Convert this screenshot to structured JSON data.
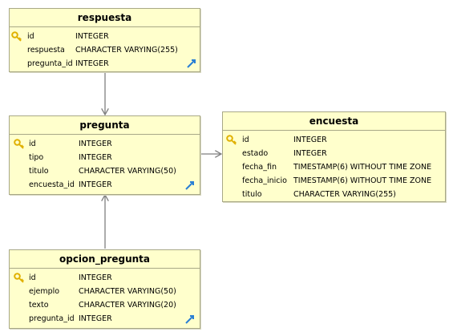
{
  "colors": {
    "table_fill": "#ffffcc",
    "table_border": "#a8a887",
    "connector": "#7f7f7f",
    "key_icon": "#e0b000",
    "relation_icon": "#2a7fd4"
  },
  "tables": {
    "respuesta": {
      "name": "respuesta",
      "columns": [
        {
          "name": "id",
          "type": "INTEGER",
          "key": "key-icon"
        },
        {
          "name": "respuesta",
          "type": "CHARACTER VARYING(255)"
        },
        {
          "name": "pregunta_id",
          "type": "INTEGER"
        }
      ]
    },
    "pregunta": {
      "name": "pregunta",
      "columns": [
        {
          "name": "id",
          "type": "INTEGER",
          "key": "key-icon"
        },
        {
          "name": "tipo",
          "type": "INTEGER"
        },
        {
          "name": "titulo",
          "type": "CHARACTER VARYING(50)"
        },
        {
          "name": "encuesta_id",
          "type": "INTEGER"
        }
      ]
    },
    "encuesta": {
      "name": "encuesta",
      "columns": [
        {
          "name": "id",
          "type": "INTEGER",
          "key": "key-icon"
        },
        {
          "name": "estado",
          "type": "INTEGER"
        },
        {
          "name": "fecha_fin",
          "type": "TIMESTAMP(6) WITHOUT TIME ZONE"
        },
        {
          "name": "fecha_inicio",
          "type": "TIMESTAMP(6) WITHOUT TIME ZONE"
        },
        {
          "name": "titulo",
          "type": "CHARACTER VARYING(255)"
        }
      ]
    },
    "opcion_pregunta": {
      "name": "opcion_pregunta",
      "columns": [
        {
          "name": "id",
          "type": "INTEGER",
          "key": "key-icon"
        },
        {
          "name": "ejemplo",
          "type": "CHARACTER VARYING(50)"
        },
        {
          "name": "texto",
          "type": "CHARACTER VARYING(20)"
        },
        {
          "name": "pregunta_id",
          "type": "INTEGER"
        }
      ]
    }
  },
  "relationships": [
    {
      "from": "respuesta",
      "to": "pregunta"
    },
    {
      "from": "pregunta",
      "to": "encuesta"
    },
    {
      "from": "opcion_pregunta",
      "to": "pregunta"
    }
  ]
}
